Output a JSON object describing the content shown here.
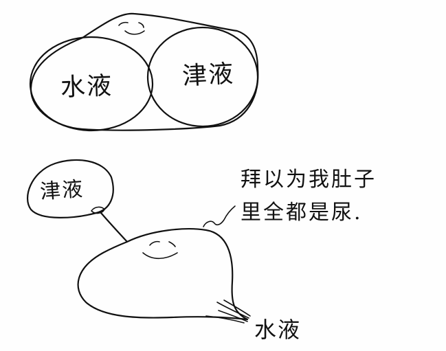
{
  "figure": {
    "type": "hand-drawn sketch",
    "ink_color": "#111111",
    "background_color": "#fefefe"
  },
  "top_drawing": {
    "description": "blob character with a smiling face, body composed of two large circles",
    "left_circle_label": "水液",
    "right_circle_label": "津液",
    "face": "smile"
  },
  "bottom_drawing": {
    "description": "sleepy smiling blob holding a balloon, with fluid streaming from its tail",
    "balloon_label": "津液",
    "tail_label": "水液",
    "face": "closed eyes smile",
    "caption_lines": [
      "拜以为我肚子",
      "里全都是尿."
    ]
  }
}
